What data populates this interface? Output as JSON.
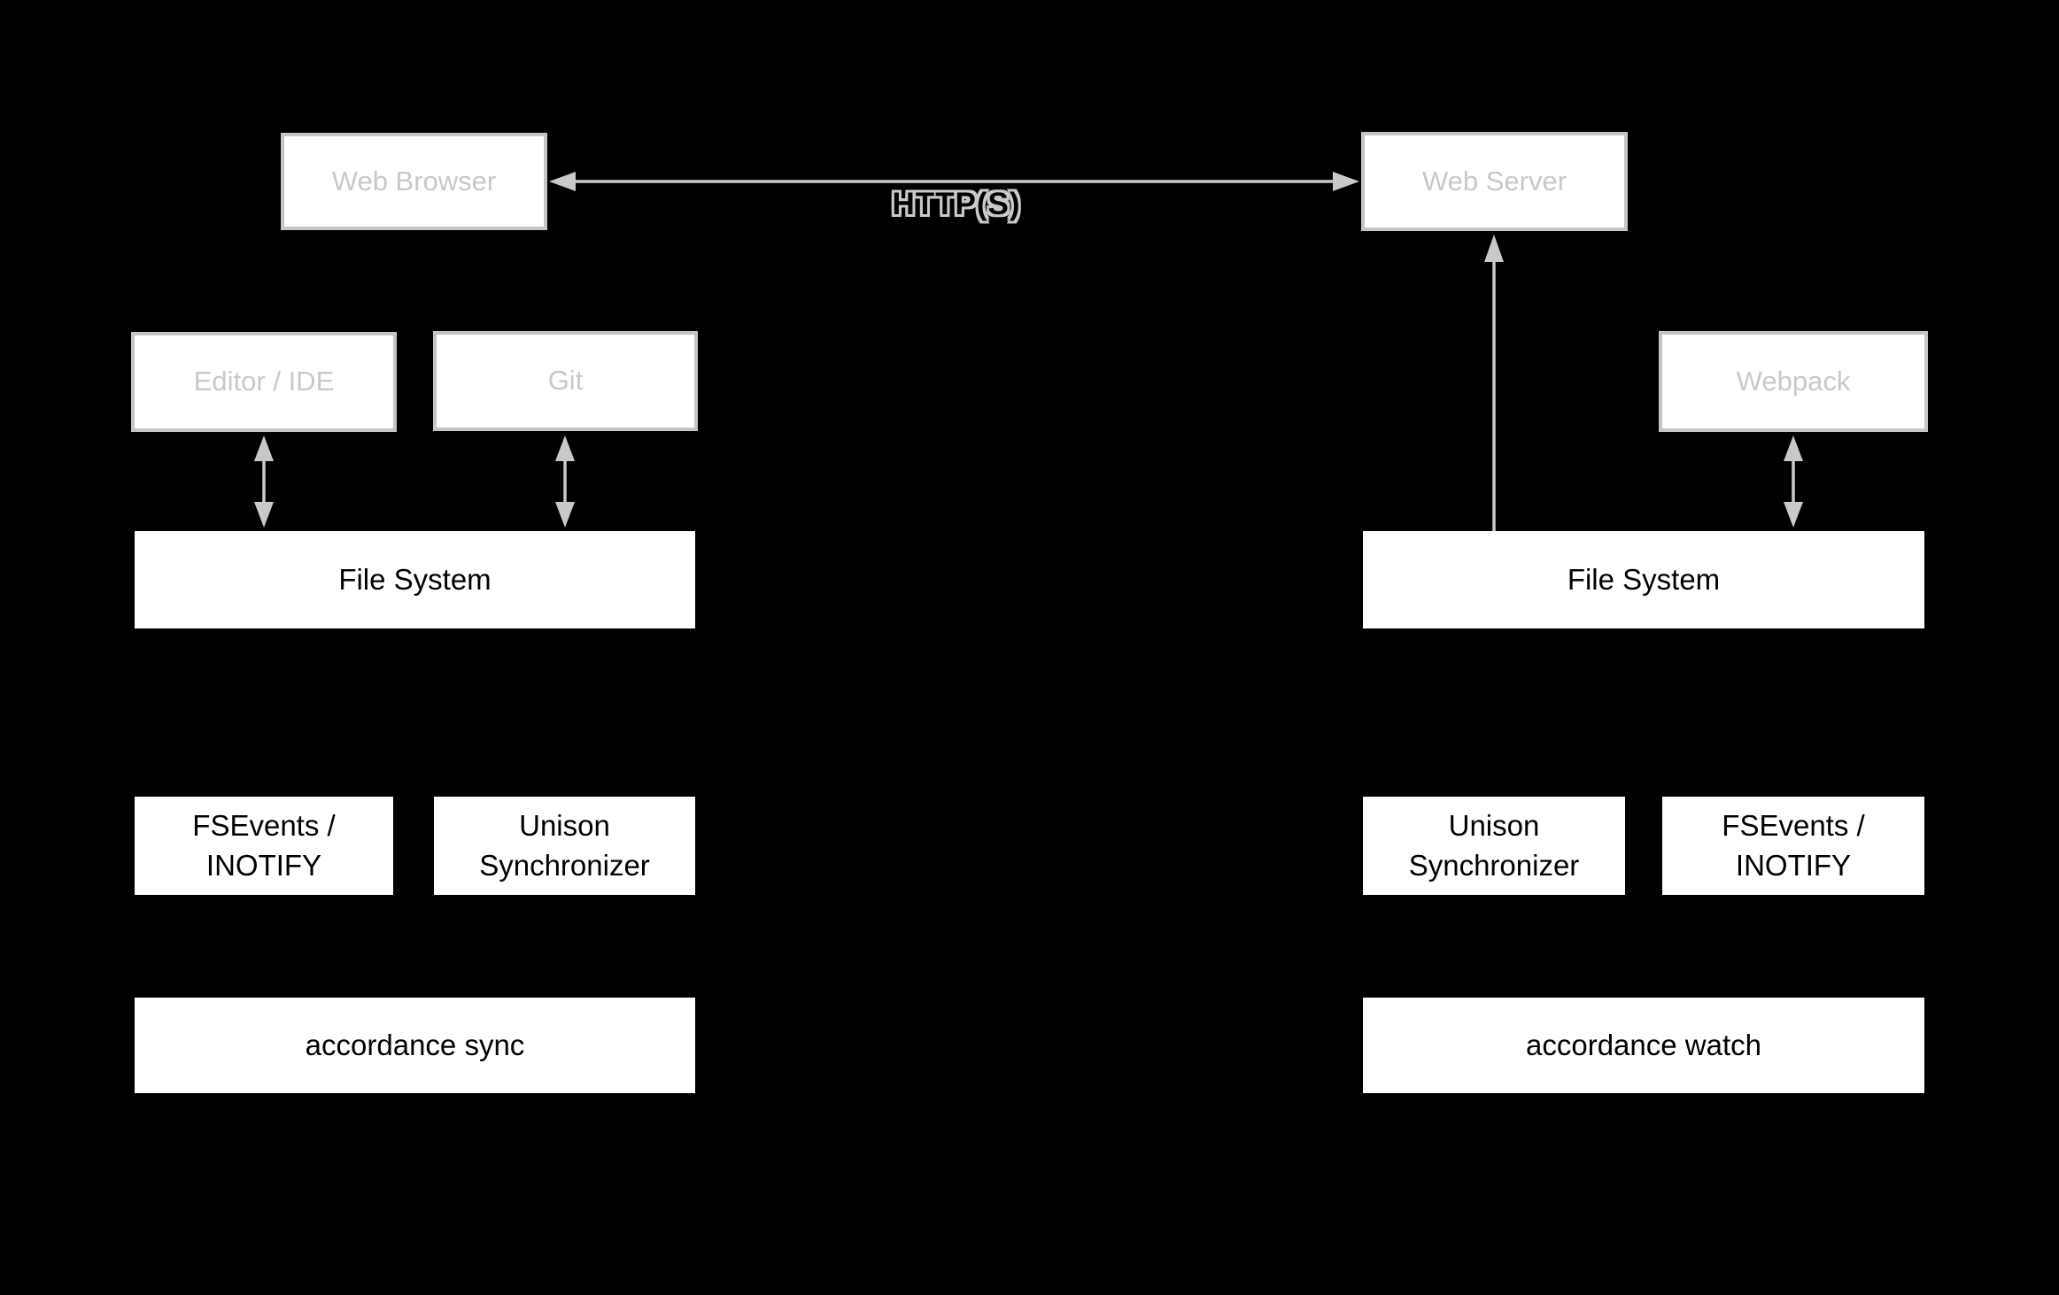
{
  "diagram": {
    "background": "#000000",
    "colors": {
      "box_fill": "#ffffff",
      "outline_border": "#c5c5c5",
      "muted_text": "#c9c9c9",
      "arrow": "#c9c9c9",
      "dark_text": "#000000"
    },
    "nodes": {
      "web_browser": {
        "label": "Web Browser"
      },
      "web_server": {
        "label": "Web Server"
      },
      "editor_ide": {
        "label": "Editor / IDE"
      },
      "git": {
        "label": "Git"
      },
      "webpack": {
        "label": "Webpack"
      },
      "file_system_left": {
        "label": "File System"
      },
      "file_system_right": {
        "label": "File System"
      },
      "fsevents_left": {
        "label": "FSEvents /\nINOTIFY"
      },
      "unison_left": {
        "label": "Unison\nSynchronizer"
      },
      "unison_right": {
        "label": "Unison\nSynchronizer"
      },
      "fsevents_right": {
        "label": "FSEvents /\nINOTIFY"
      },
      "accordance_sync": {
        "label": "accordance sync"
      },
      "accordance_watch": {
        "label": "accordance watch"
      }
    },
    "edges": {
      "http": {
        "label": "HTTP(S)"
      }
    }
  }
}
